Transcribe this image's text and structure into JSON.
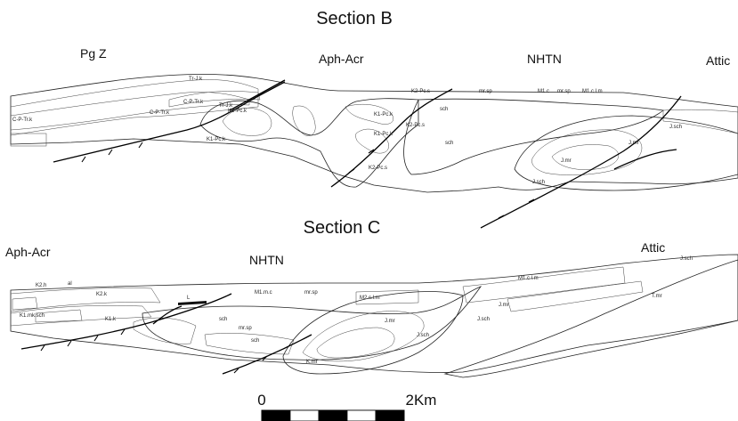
{
  "section_b": {
    "title": "Section B",
    "unit_labels": [
      "Pg Z",
      "Aph-Acr",
      "NHTN",
      "Attic"
    ],
    "annotations": [
      "Tr-J.k",
      "C-P-Tr.k",
      "C-P-Tr.k",
      "C-P-Tr.k",
      "Tr-J.k",
      "K1-Pc.k",
      "K1-Pc.k",
      "K1-Pc.k",
      "K1-Pc.k",
      "K2-Pc.s",
      "K2-Pc.s",
      "K2-Pc.s",
      "mr.sp",
      "M1.c",
      "mr.sp",
      "M1.c.l.m",
      "sch",
      "sch",
      "J.sch",
      "J.mr",
      "J.mr",
      "J.sch"
    ]
  },
  "section_c": {
    "title": "Section C",
    "unit_labels": [
      "Aph-Acr",
      "NHTN",
      "Attic"
    ],
    "annotations": [
      "K2.h",
      "al",
      "K2.k",
      "K1.mk.sch",
      "K1.k",
      "L",
      "M1.m.c",
      "mr.sp",
      "M2.c.l.m",
      "mr.sp",
      "sch",
      "sch",
      "K.mr",
      "J.sch",
      "J.mr",
      "J.sch",
      "J.mr",
      "T.mr",
      "M1.c.l.m",
      "J.sch"
    ]
  },
  "scale_bar": {
    "start": "0",
    "end": "2Km",
    "segments": 5
  }
}
